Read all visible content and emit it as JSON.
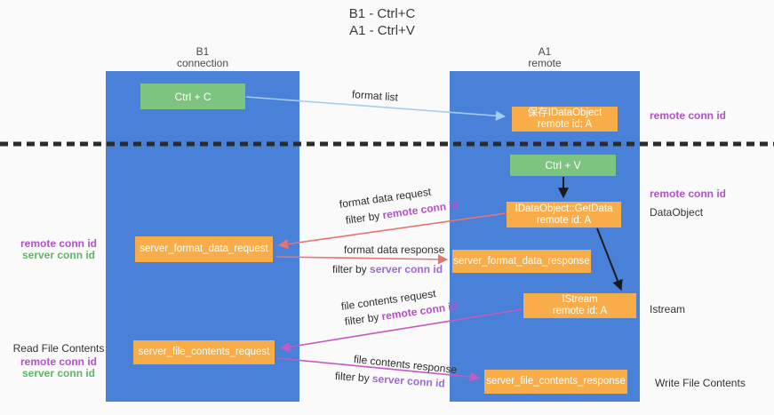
{
  "title": {
    "line1": "B1 - Ctrl+C",
    "line2": "A1 - Ctrl+V"
  },
  "columns": {
    "left": {
      "header_line1": "B1",
      "header_line2": "connection"
    },
    "right": {
      "header_line1": "A1",
      "header_line2": "remote"
    }
  },
  "boxes": {
    "ctrl_c": {
      "label": "Ctrl + C"
    },
    "save_idataobject": {
      "line1": "保存IDataObject",
      "line2": "remote id: A"
    },
    "ctrl_v": {
      "label": "Ctrl + V"
    },
    "getdata": {
      "line1": "IDataObject::GetData",
      "line2": "remote id: A"
    },
    "server_format_data_request": {
      "label": "server_format_data_request"
    },
    "server_format_data_response": {
      "label": "server_format_data_response"
    },
    "istream": {
      "line1": "IStream",
      "line2": "remote id: A"
    },
    "server_file_contents_request": {
      "label": "server_file_contents_request"
    },
    "server_file_contents_response": {
      "label": "server_file_contents_response"
    }
  },
  "labels": {
    "format_list": "format list",
    "format_data_request": "format data request",
    "format_data_response": "format data response",
    "file_contents_request": "file contents request",
    "file_contents_response": "file contents response",
    "filter_by": "filter by",
    "remote_conn_id": "remote conn id",
    "server_conn_id": "server conn id",
    "read_file_contents": "Read File Contents",
    "write_file_contents": "Write File Contents",
    "dataobject": "DataObject",
    "istream": "Istream"
  },
  "colors": {
    "column_blue": "#4a81d8",
    "box_green": "#7cc47f",
    "box_orange": "#f9ad49",
    "arrow_light_blue": "#a5cdf0",
    "arrow_red": "#e77471",
    "arrow_magenta": "#c45ac3",
    "arrow_black": "#1a1a1a",
    "remote_conn_id": "#b351c9",
    "server_conn_id_green": "#5fb564",
    "server_conn_id_purple": "#9b6ad4"
  }
}
